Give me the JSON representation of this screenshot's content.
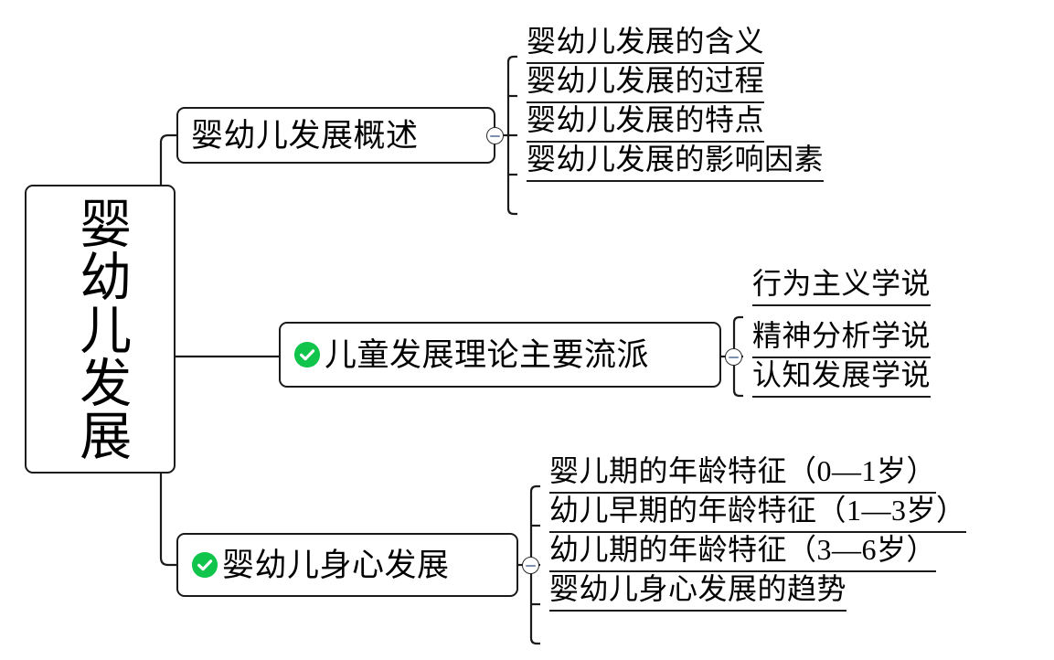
{
  "diagram": {
    "type": "mind-map",
    "title": "婴幼儿发展",
    "background_color": "#ffffff",
    "line_color": "#1a1a1a",
    "accent_color": "#10c44c",
    "toggle_color": "#7b8fae"
  },
  "root": {
    "label": "婴幼儿发展",
    "orientation": "vertical"
  },
  "branches": [
    {
      "label": "婴幼儿发展概述",
      "has_check_icon": false,
      "toggle_state": "expanded",
      "toggle_symbol": "minus",
      "children": [
        {
          "label": "婴幼儿发展的含义"
        },
        {
          "label": "婴幼儿发展的过程"
        },
        {
          "label": "婴幼儿发展的特点"
        },
        {
          "label": "婴幼儿发展的影响因素"
        }
      ]
    },
    {
      "label": "儿童发展理论主要流派",
      "has_check_icon": true,
      "toggle_state": "expanded",
      "toggle_symbol": "minus",
      "children": [
        {
          "label": "行为主义学说"
        },
        {
          "label": "精神分析学说"
        },
        {
          "label": "认知发展学说"
        }
      ]
    },
    {
      "label": "婴幼儿身心发展",
      "has_check_icon": true,
      "toggle_state": "expanded",
      "toggle_symbol": "minus",
      "children": [
        {
          "label": "婴儿期的年龄特征（0—1岁）"
        },
        {
          "label": "幼儿早期的年龄特征（1—3岁）"
        },
        {
          "label": "幼儿期的年龄特征（3—6岁）"
        },
        {
          "label": "婴幼儿身心发展的趋势"
        }
      ]
    }
  ]
}
